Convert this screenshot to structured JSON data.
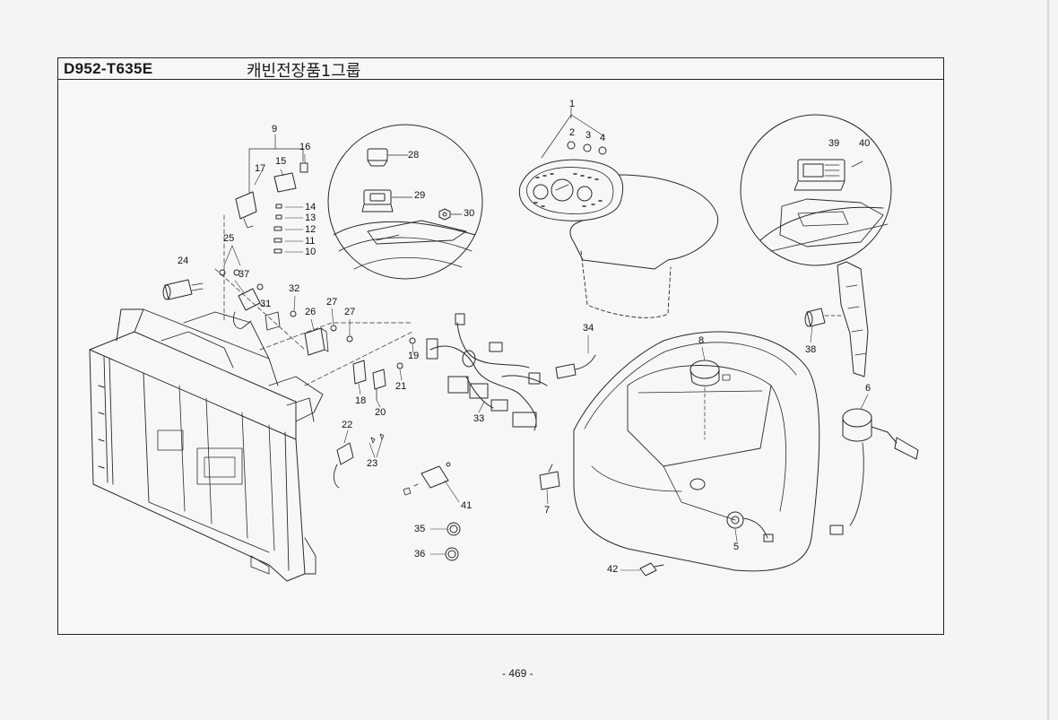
{
  "header": {
    "model_code": "D952-T635E",
    "group_title": "캐빈전장품1그룹"
  },
  "footer": {
    "page_number": "- 469 -"
  },
  "callouts": [
    "1",
    "2",
    "3",
    "4",
    "5",
    "6",
    "7",
    "8",
    "9",
    "10",
    "11",
    "12",
    "13",
    "14",
    "15",
    "16",
    "17",
    "18",
    "19",
    "20",
    "21",
    "22",
    "23",
    "24",
    "25",
    "26",
    "27",
    "27",
    "28",
    "29",
    "30",
    "31",
    "32",
    "33",
    "34",
    "35",
    "36",
    "37",
    "38",
    "39",
    "40",
    "41",
    "42"
  ]
}
